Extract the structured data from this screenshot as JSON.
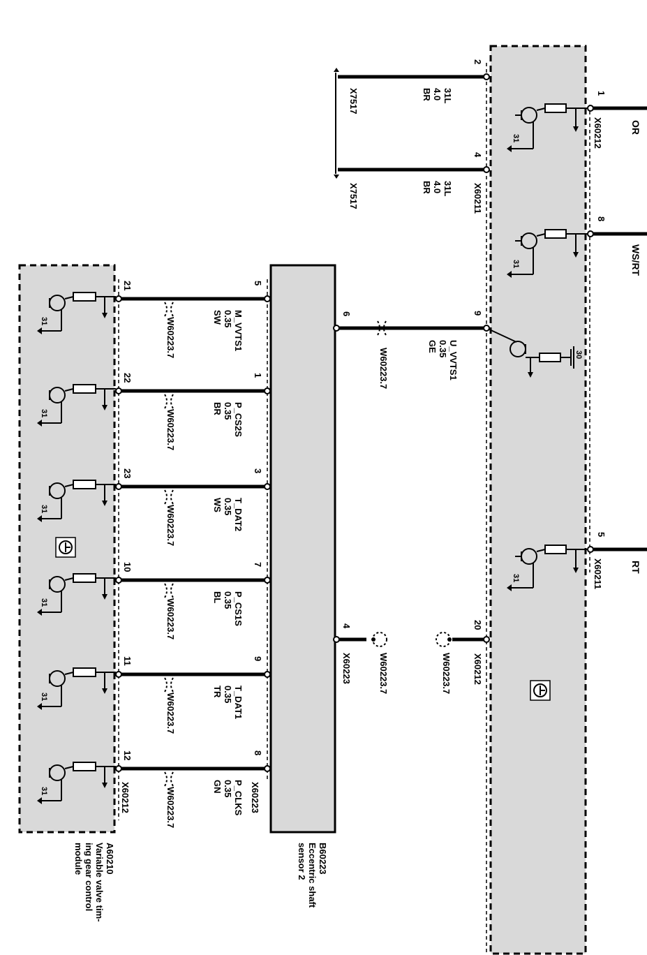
{
  "modules": {
    "dme": {
      "ground_label": "31",
      "supply_label": "30",
      "connector_pins": [
        "1",
        "8",
        "9",
        "5",
        "20",
        "2",
        "4"
      ],
      "connectors": {
        "pin1": "X60212",
        "pin5": "X60211",
        "pin4": "X60211",
        "pin20": "X60212"
      }
    },
    "vvt_module": {
      "code": "A60210",
      "name_lines": [
        "Variable valve tim-",
        "ing gear control",
        "module"
      ],
      "connector": "X60212",
      "ground_label": "31",
      "pins": [
        "21",
        "22",
        "23",
        "10",
        "11",
        "12"
      ]
    },
    "sensor": {
      "code": "B60223",
      "name_lines": [
        "Eccentric shaft",
        "sensor 2"
      ],
      "connector": "X60223",
      "pins": [
        "5",
        "1",
        "3",
        "7",
        "9",
        "8"
      ],
      "pin6": "6",
      "pin4": "4"
    }
  },
  "top_wires": [
    {
      "pin": "1",
      "color": "OR"
    },
    {
      "pin": "8",
      "color": "WS/RT"
    },
    {
      "pin": "5",
      "color": "RT"
    }
  ],
  "ground_wires": [
    {
      "pin": "2",
      "lines": [
        "31L",
        "4.0",
        "BR"
      ],
      "ground": "X7517"
    },
    {
      "pin": "4",
      "lines": [
        "31L",
        "4.0",
        "BR"
      ],
      "ground": "X7517"
    }
  ],
  "signal_wires": [
    {
      "lines": [
        "M_VVTS1",
        "0.35",
        "SW"
      ],
      "shield": "W60223.7"
    },
    {
      "lines": [
        "P_CS2S",
        "0.35",
        "BR"
      ],
      "shield": "W60223.7"
    },
    {
      "lines": [
        "T_DAT2",
        "0.35",
        "WS"
      ],
      "shield": "W60223.7"
    },
    {
      "lines": [
        "P_CS1S",
        "0.35",
        "BL"
      ],
      "shield": "W60223.7"
    },
    {
      "lines": [
        "T_DAT1",
        "0.35",
        "TR"
      ],
      "shield": "W60223.7"
    },
    {
      "lines": [
        "P_CLKS",
        "0.35",
        "GN"
      ],
      "shield": "W60223.7"
    }
  ],
  "supply_wire": {
    "lines": [
      "U_VVTS1",
      "0.35",
      "GE"
    ],
    "shield": "W60223.7"
  },
  "shield_refs": {
    "sensor_pin4": "W60223.7",
    "dme_pin20": "W60223.7"
  }
}
